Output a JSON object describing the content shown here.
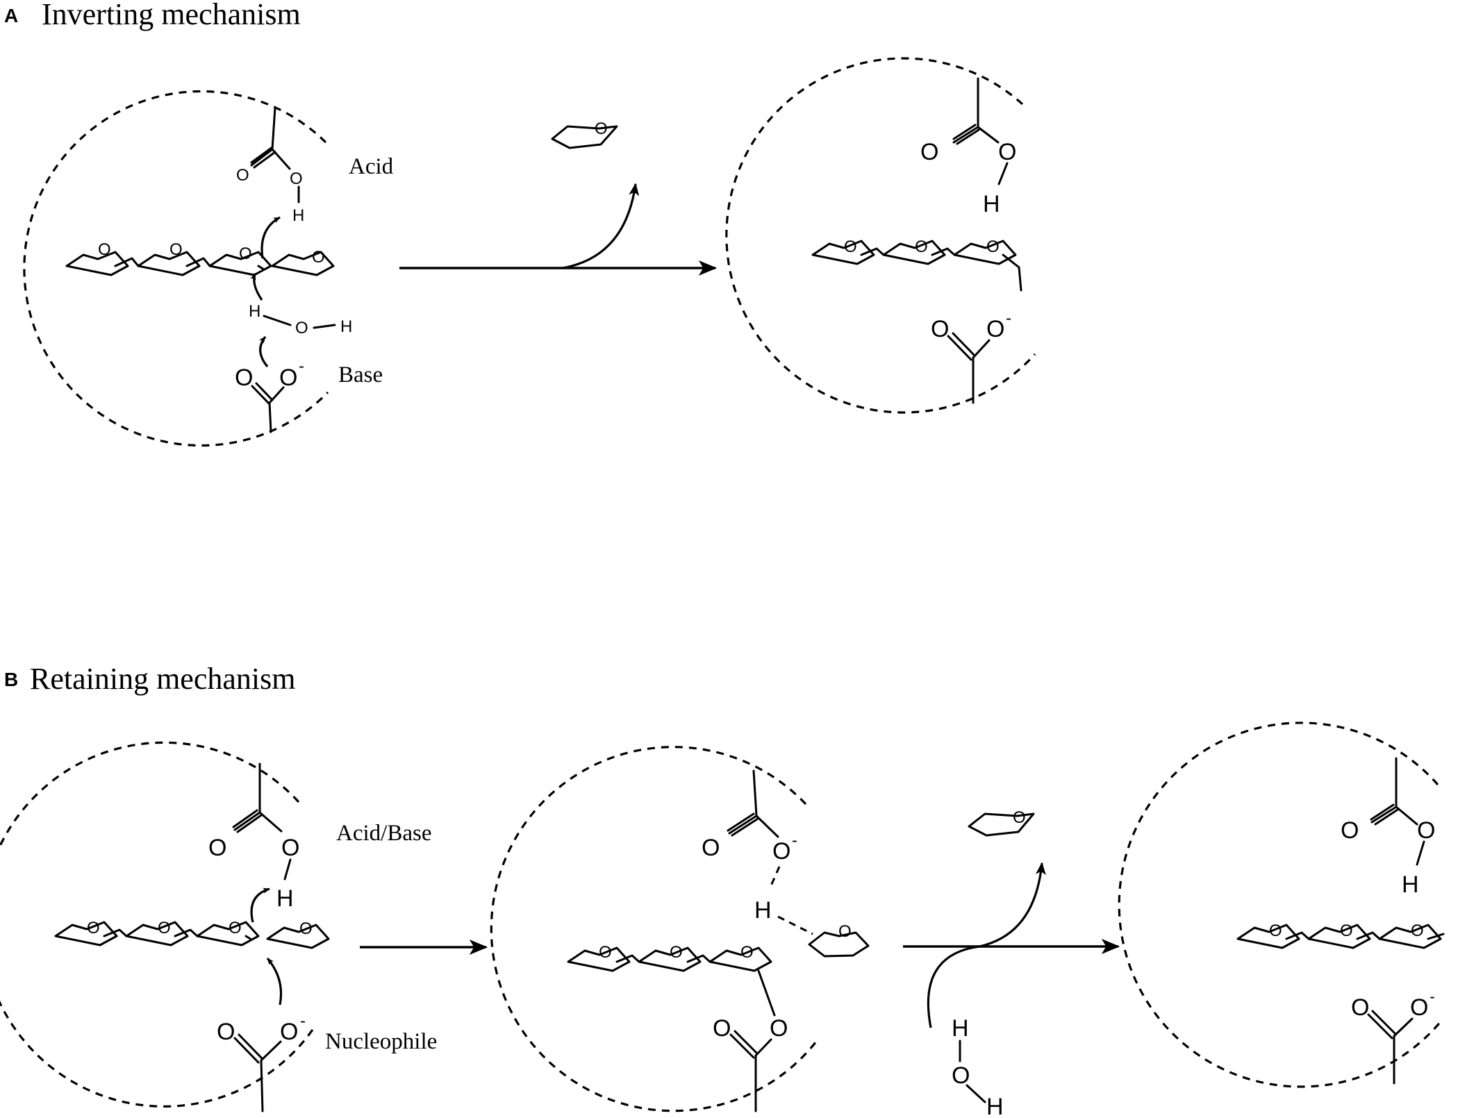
{
  "panels": {
    "a": {
      "letter": "A",
      "title": "Inverting mechanism",
      "acid_label": "Acid",
      "base_label": "Base"
    },
    "b": {
      "letter": "B",
      "title": "Retaining mechanism",
      "acid_base_label": "Acid/Base",
      "nucleophile_label": "Nucleophile"
    }
  },
  "atoms": {
    "oxygen": "O",
    "hydrogen": "H",
    "charge": "-"
  }
}
